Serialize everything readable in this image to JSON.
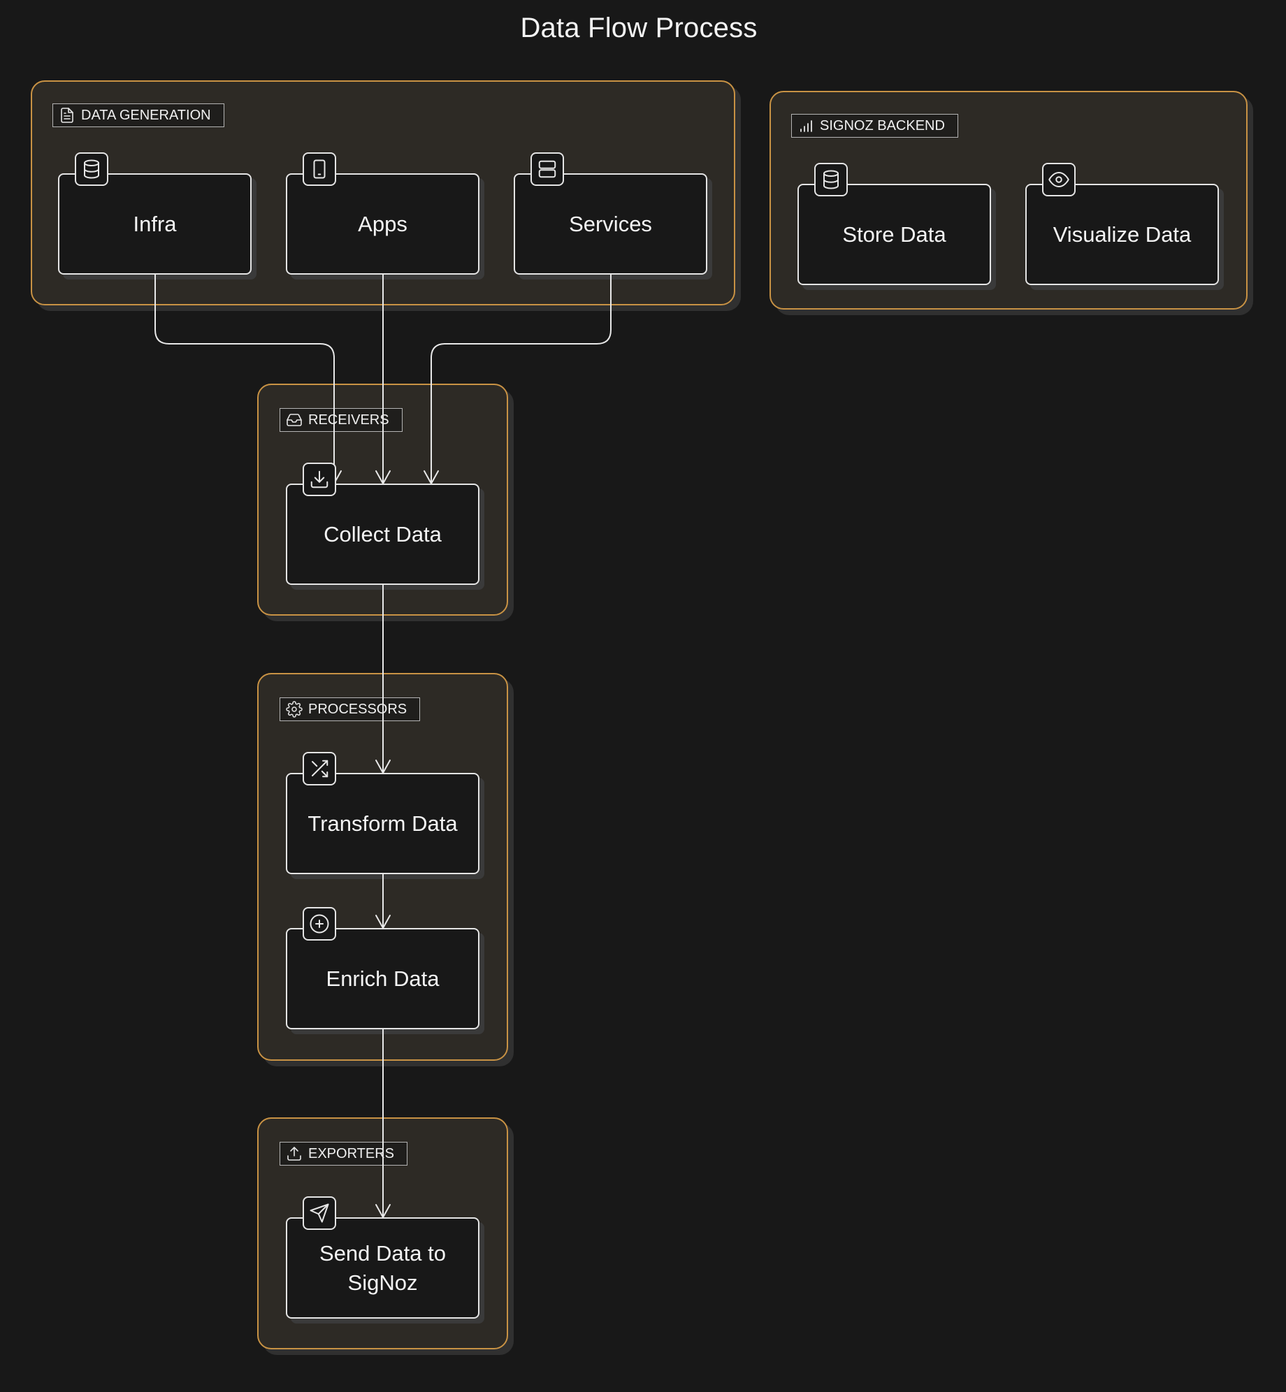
{
  "title": "Data Flow Process",
  "groups": {
    "generation": {
      "label": "DATA GENERATION",
      "icon": "file-text-icon"
    },
    "backend": {
      "label": "SIGNOZ BACKEND",
      "icon": "bar-chart-icon"
    },
    "receivers": {
      "label": "RECEIVERS",
      "icon": "inbox-icon"
    },
    "processors": {
      "label": "PROCESSORS",
      "icon": "settings-icon"
    },
    "exporters": {
      "label": "EXPORTERS",
      "icon": "upload-icon"
    }
  },
  "nodes": {
    "infra": {
      "label": "Infra",
      "icon": "database-icon"
    },
    "apps": {
      "label": "Apps",
      "icon": "smartphone-icon"
    },
    "services": {
      "label": "Services",
      "icon": "server-icon"
    },
    "store": {
      "label": "Store Data",
      "icon": "database-icon"
    },
    "visualize": {
      "label": "Visualize Data",
      "icon": "eye-icon"
    },
    "collect": {
      "label": "Collect Data",
      "icon": "download-icon"
    },
    "transform": {
      "label": "Transform Data",
      "icon": "shuffle-icon"
    },
    "enrich": {
      "label": "Enrich Data",
      "icon": "plus-circle-icon"
    },
    "send": {
      "label": "Send Data to SigNoz",
      "icon": "send-icon"
    }
  },
  "edges": [
    {
      "from": "Infra",
      "to": "Collect Data"
    },
    {
      "from": "Apps",
      "to": "Collect Data"
    },
    {
      "from": "Services",
      "to": "Collect Data"
    },
    {
      "from": "Collect Data",
      "to": "Transform Data"
    },
    {
      "from": "Transform Data",
      "to": "Enrich Data"
    },
    {
      "from": "Enrich Data",
      "to": "Send Data to SigNoz"
    }
  ]
}
